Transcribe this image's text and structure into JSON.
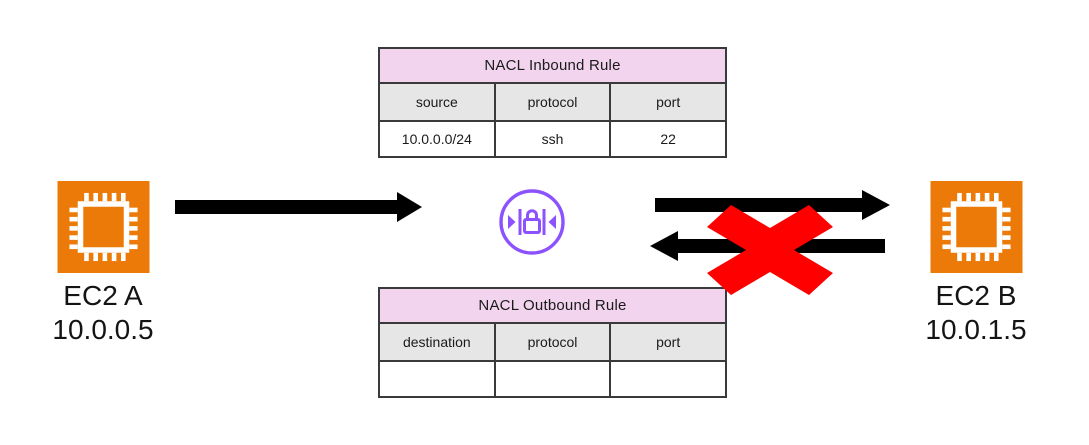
{
  "diagram": {
    "title": "AWS NACL inbound and outbound rule diagram",
    "background": "#ffffff",
    "colors": {
      "ec2_orange": "#ec7a08",
      "nacl_purple": "#8c52ff",
      "table_title_bg": "#f2d4ee",
      "table_header_bg": "#e6e6e6",
      "border": "#3a3a3a",
      "arrow_black": "#000000",
      "blocked_red": "#ff0000"
    }
  },
  "nodes": {
    "left": {
      "icon": "ec2-instance-icon",
      "label": "EC2 A",
      "ip": "10.0.0.5"
    },
    "right": {
      "icon": "ec2-instance-icon",
      "label": "EC2 B",
      "ip": "10.0.1.5"
    },
    "middle": {
      "icon": "nacl-firewall-icon",
      "label": ""
    }
  },
  "tables": {
    "inbound": {
      "title": "NACL Inbound Rule",
      "columns": [
        "source",
        "protocol",
        "port"
      ],
      "rows": [
        [
          "10.0.0.0/24",
          "ssh",
          "22"
        ]
      ]
    },
    "outbound": {
      "title": "NACL Outbound Rule",
      "columns": [
        "destination",
        "protocol",
        "port"
      ],
      "rows": [
        [
          "",
          "",
          ""
        ]
      ]
    }
  },
  "arrows": [
    {
      "name": "arrow-ec2a-to-nacl",
      "direction": "right",
      "blocked": false
    },
    {
      "name": "arrow-nacl-to-ec2b",
      "direction": "right",
      "blocked": false
    },
    {
      "name": "arrow-ec2b-to-nacl",
      "direction": "left",
      "blocked": true,
      "marker": "red-x-blocked"
    }
  ]
}
